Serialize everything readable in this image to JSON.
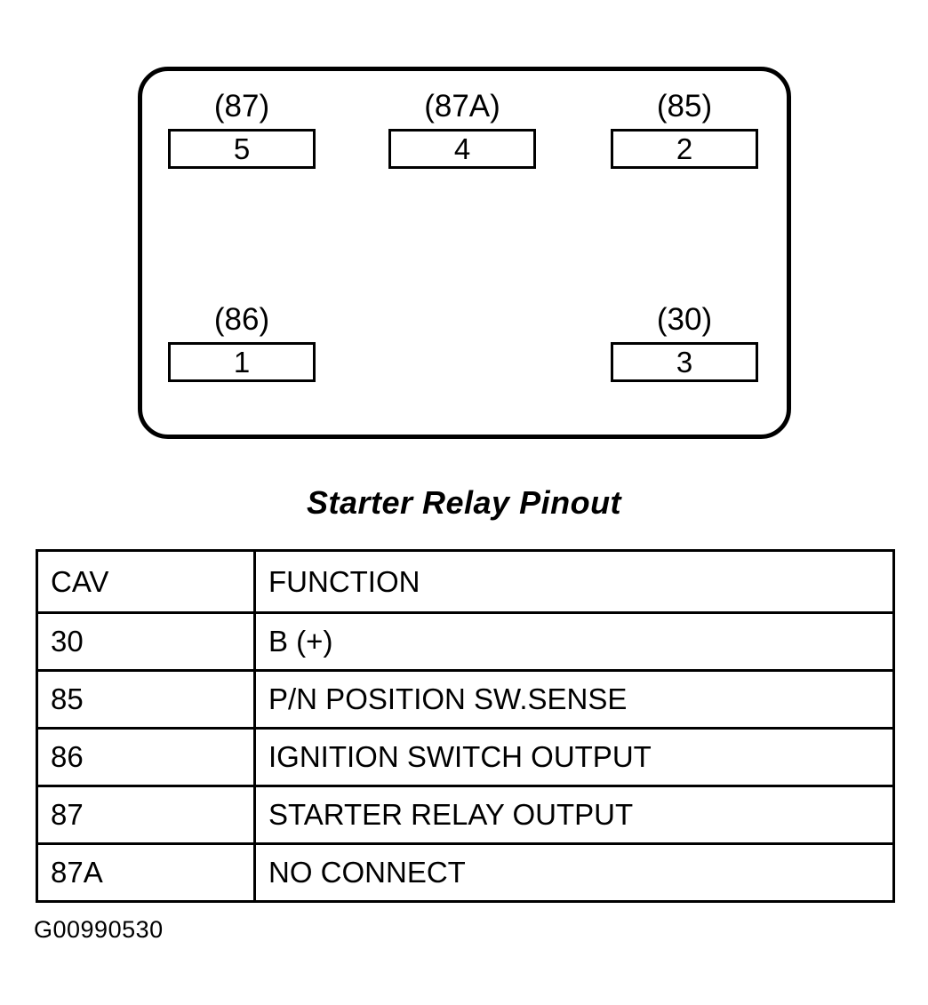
{
  "diagram": {
    "caption": "Starter Relay Pinout",
    "terminals": [
      {
        "id": "87",
        "label": "(87)",
        "cavity": "5"
      },
      {
        "id": "87a",
        "label": "(87A)",
        "cavity": "4"
      },
      {
        "id": "85",
        "label": "(85)",
        "cavity": "2"
      },
      {
        "id": "86",
        "label": "(86)",
        "cavity": "1"
      },
      {
        "id": "30",
        "label": "(30)",
        "cavity": "3"
      }
    ]
  },
  "table": {
    "headers": [
      "CAV",
      "FUNCTION"
    ],
    "rows": [
      {
        "cav": "30",
        "function": "B (+)"
      },
      {
        "cav": "85",
        "function": "P/N POSITION SW.SENSE"
      },
      {
        "cav": "86",
        "function": "IGNITION SWITCH OUTPUT"
      },
      {
        "cav": "87",
        "function": "STARTER RELAY OUTPUT"
      },
      {
        "cav": "87A",
        "function": "NO CONNECT"
      }
    ]
  },
  "figure_id": "G00990530",
  "colors": {
    "ink": "#000000",
    "background": "#ffffff"
  }
}
